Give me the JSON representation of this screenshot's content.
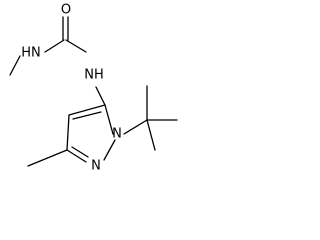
{
  "structure": {
    "atoms": {
      "carbonyl_oxygen": "O",
      "methyl_amine_nitrogen": "HN",
      "ring_amine_nitrogen": "NH",
      "ring_nitrogen_1": "N",
      "ring_nitrogen_2": "N"
    }
  }
}
